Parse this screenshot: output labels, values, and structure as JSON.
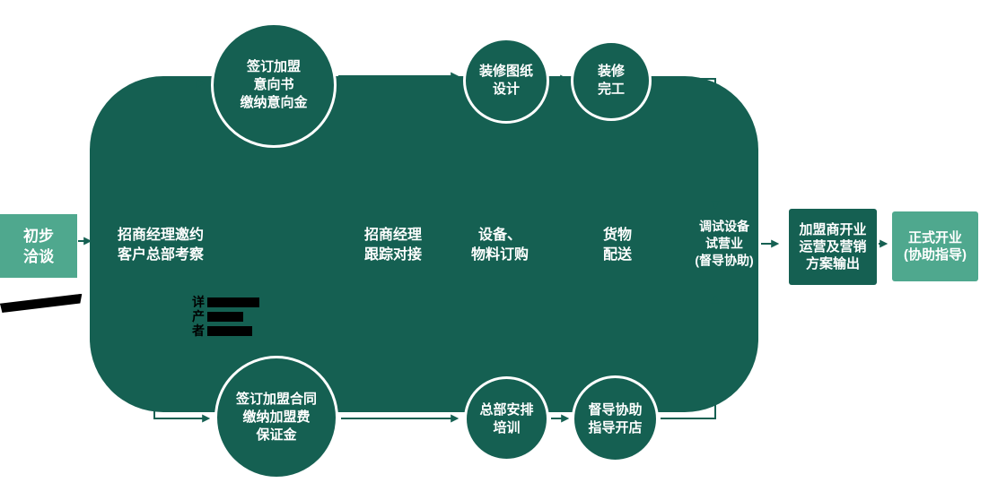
{
  "colors": {
    "dark": "#156052",
    "teal": "#4FA88E",
    "text": "#ffffff",
    "artifact": "#000000"
  },
  "start_box": {
    "lines": [
      "初步",
      "洽谈"
    ]
  },
  "flow_band": {
    "steps": [
      {
        "lines": [
          "招商经理邀约",
          "客户总部考察"
        ]
      },
      {
        "lines": [
          "招商经理",
          "跟踪对接"
        ]
      },
      {
        "lines": [
          "设备、",
          "物料订购"
        ]
      },
      {
        "lines": [
          "货物",
          "配送"
        ]
      },
      {
        "lines": [
          "调试设备",
          "试营业",
          "(督导协助)"
        ]
      }
    ]
  },
  "top_circles": [
    {
      "lines": [
        "签订加盟",
        "意向书",
        "缴纳意向金"
      ]
    },
    {
      "lines": [
        "装修图纸",
        "设计"
      ]
    },
    {
      "lines": [
        "装修",
        "完工"
      ]
    }
  ],
  "bottom_circles": [
    {
      "lines": [
        "签订加盟合同",
        "缴纳加盟费",
        "保证金"
      ]
    },
    {
      "lines": [
        "总部安排",
        "培训"
      ]
    },
    {
      "lines": [
        "督导协助",
        "指导开店"
      ]
    }
  ],
  "end_boxes": [
    {
      "lines": [
        "加盟商开业",
        "运营及营销",
        "方案输出"
      ]
    },
    {
      "lines": [
        "正式开业",
        "(协助指导)"
      ]
    }
  ],
  "artifacts": {
    "obscured_lines": [
      "详",
      "产",
      "者"
    ]
  }
}
